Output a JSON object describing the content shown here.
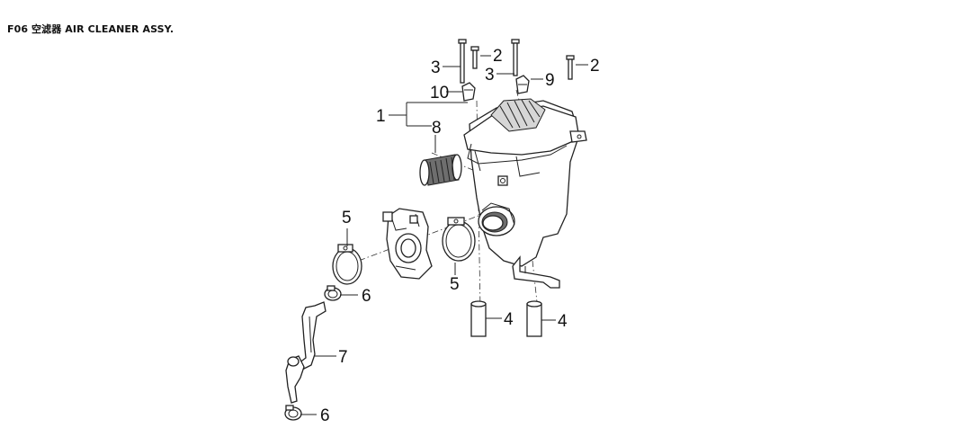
{
  "header": {
    "title": "F06 空滤器 AIR CLEANER ASSY."
  },
  "callouts": [
    {
      "id": "c1",
      "label": "1"
    },
    {
      "id": "c2a",
      "label": "2"
    },
    {
      "id": "c2b",
      "label": "2"
    },
    {
      "id": "c3a",
      "label": "3"
    },
    {
      "id": "c3b",
      "label": "3"
    },
    {
      "id": "c4a",
      "label": "4"
    },
    {
      "id": "c4b",
      "label": "4"
    },
    {
      "id": "c5a",
      "label": "5"
    },
    {
      "id": "c5b",
      "label": "5"
    },
    {
      "id": "c6a",
      "label": "6"
    },
    {
      "id": "c6b",
      "label": "6"
    },
    {
      "id": "c7",
      "label": "7"
    },
    {
      "id": "c8",
      "label": "8"
    },
    {
      "id": "c9",
      "label": "9"
    },
    {
      "id": "c10",
      "label": "10"
    }
  ]
}
